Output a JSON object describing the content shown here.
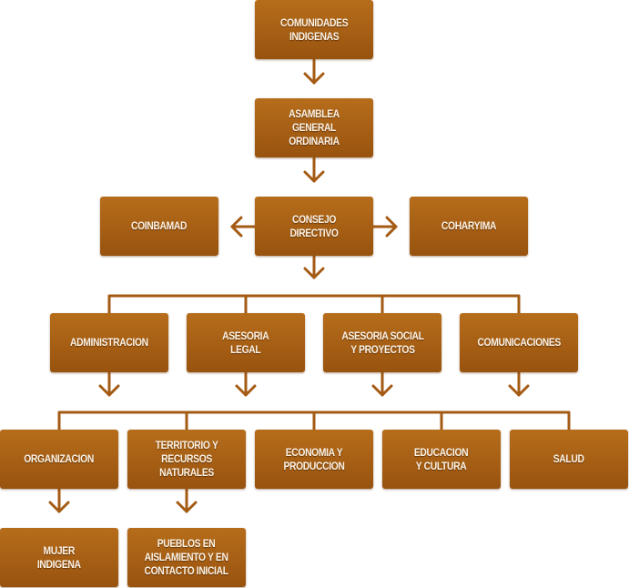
{
  "diagram": {
    "type": "org-chart",
    "colors": {
      "box": "#a45d13",
      "text": "#fbf3e6",
      "line": "#a45b14",
      "background": "#ffffff"
    },
    "nodes": {
      "comunidades": {
        "label": "COMUNIDADES\nINDIGENAS"
      },
      "asamblea": {
        "label": "ASAMBLEA GENERAL\nORDINARIA"
      },
      "coinbamad": {
        "label": "COINBAMAD"
      },
      "consejo": {
        "label": "CONSEJO DIRECTIVO"
      },
      "coharyima": {
        "label": "COHARYIMA"
      },
      "administracion": {
        "label": "ADMINISTRACION"
      },
      "asesoria_legal": {
        "label": "ASESORIA\nLEGAL"
      },
      "asesoria_social": {
        "label": "ASESORIA SOCIAL\nY PROYECTOS"
      },
      "comunicaciones": {
        "label": "COMUNICACIONES"
      },
      "organizacion": {
        "label": "ORGANIZACION"
      },
      "territorio": {
        "label": "TERRITORIO Y\nRECURSOS\nNATURALES"
      },
      "economia": {
        "label": "ECONOMIA Y\nPRODUCCION"
      },
      "educacion": {
        "label": "EDUCACION\nY CULTURA"
      },
      "salud": {
        "label": "SALUD"
      },
      "mujer": {
        "label": "MUJER\nINDIGENA"
      },
      "pueblos": {
        "label": "PUEBLOS EN\nAISLAMIENTO Y EN\nCONTACTO INICIAL"
      }
    },
    "edges": [
      {
        "from": "comunidades",
        "to": "asamblea"
      },
      {
        "from": "asamblea",
        "to": "consejo"
      },
      {
        "from": "consejo",
        "to": "coinbamad"
      },
      {
        "from": "consejo",
        "to": "coharyima"
      },
      {
        "from": "consejo",
        "to": [
          "administracion",
          "asesoria_legal",
          "asesoria_social",
          "comunicaciones"
        ]
      },
      {
        "from": [
          "administracion",
          "asesoria_legal",
          "asesoria_social",
          "comunicaciones"
        ],
        "to": [
          "organizacion",
          "territorio",
          "economia",
          "educacion",
          "salud"
        ]
      },
      {
        "from": "organizacion",
        "to": "mujer"
      },
      {
        "from": "territorio",
        "to": "pueblos"
      }
    ]
  }
}
